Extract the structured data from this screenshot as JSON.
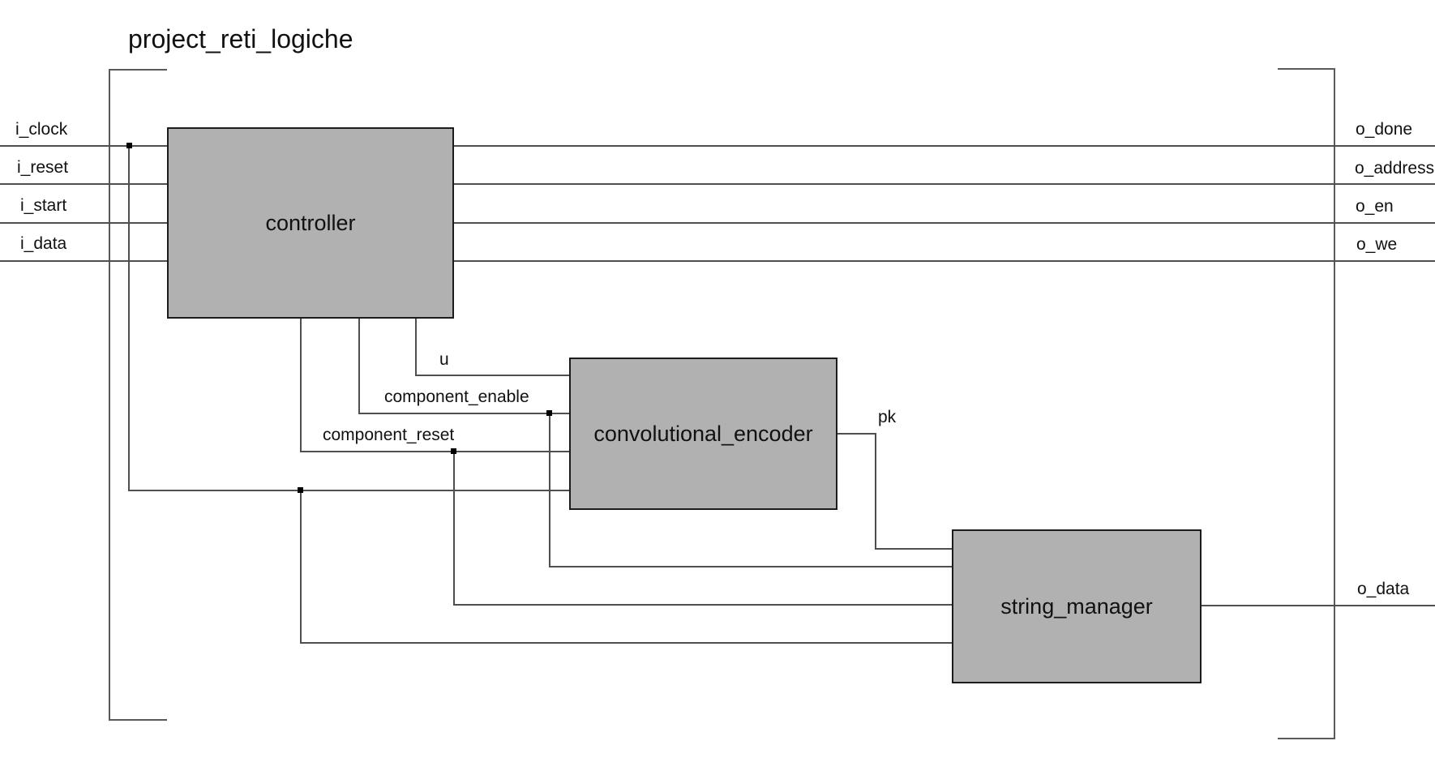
{
  "title": "project_reti_logiche",
  "colors": {
    "box_fill": "#b1b1b1",
    "box_border": "#1c1c1c",
    "wire": "#4f4f4f",
    "bracket": "#5a5a5a",
    "junction": "#000000",
    "text": "#111111"
  },
  "blocks": {
    "controller": {
      "label": "controller"
    },
    "encoder": {
      "label": "convolutional_encoder"
    },
    "string_manager": {
      "label": "string_manager"
    }
  },
  "ports": {
    "inputs": [
      {
        "label": "i_clock"
      },
      {
        "label": "i_reset"
      },
      {
        "label": "i_start"
      },
      {
        "label": "i_data"
      }
    ],
    "outputs": [
      {
        "label": "o_done"
      },
      {
        "label": "o_address"
      },
      {
        "label": "o_en"
      },
      {
        "label": "o_we"
      },
      {
        "label": "o_data"
      }
    ]
  },
  "internal_signals": [
    {
      "label": "u"
    },
    {
      "label": "component_enable"
    },
    {
      "label": "component_reset"
    },
    {
      "label": "pk"
    }
  ]
}
